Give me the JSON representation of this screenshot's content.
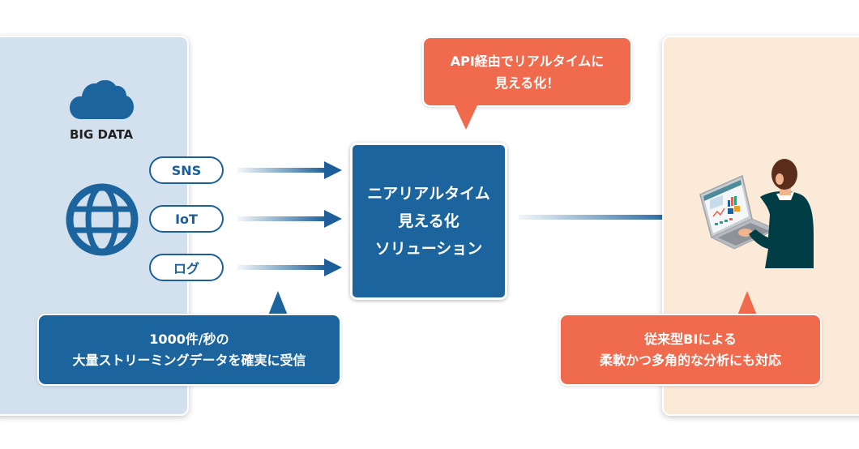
{
  "left_panel": {
    "title": "BIG DATA",
    "cloud_icon": "cloud-icon",
    "globe_icon": "globe-icon",
    "sources": [
      {
        "label": "SNS"
      },
      {
        "label": "IoT"
      },
      {
        "label": "ログ"
      }
    ]
  },
  "callouts": {
    "api": {
      "line1": "API経由でリアルタイムに",
      "line2": "見える化！"
    },
    "stream": {
      "line1": "1000件/秒の",
      "line2": "大量ストリーミングデータを確実に受信"
    },
    "bi": {
      "line1": "従来型BIによる",
      "line2": "柔軟かつ多角的な分析にも対応"
    }
  },
  "solution": {
    "line1": "ニアリアルタイム",
    "line2": "見える化",
    "line3": "ソリューション"
  },
  "right_panel": {
    "illustration": "person-with-laptop-dashboard"
  },
  "colors": {
    "primary_blue": "#1c649e",
    "accent_orange": "#f06b4e",
    "left_panel_bg": "#d3e1ee",
    "right_panel_bg": "#faead7"
  }
}
